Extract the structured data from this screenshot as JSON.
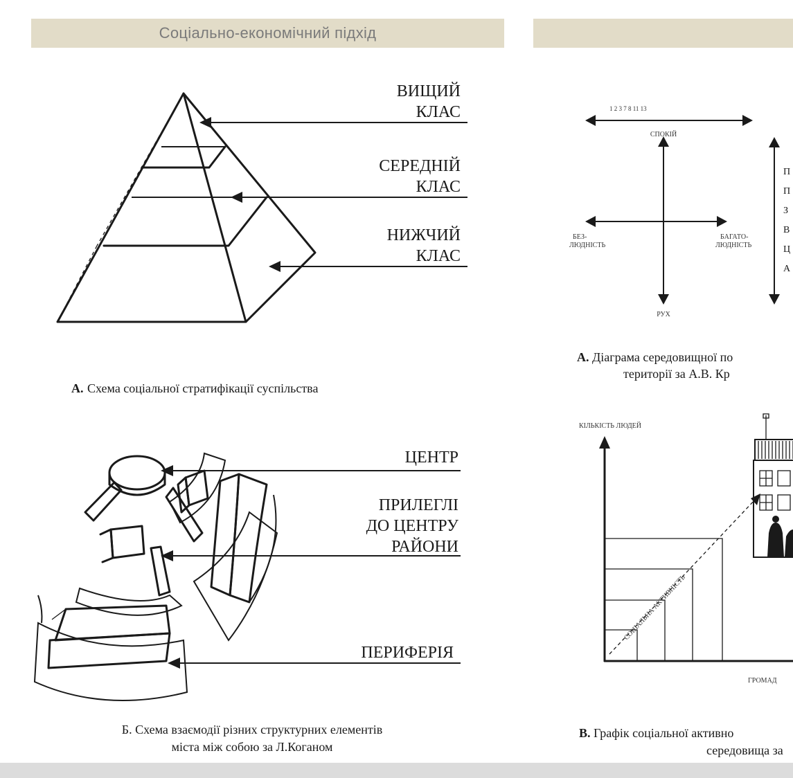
{
  "header": {
    "left_title": "Соціально-економічний підхід",
    "right_title": ""
  },
  "pyramid": {
    "labels": {
      "upper_1": "ВИЩИЙ",
      "upper_2": "КЛАС",
      "middle_1": "СЕРЕДНІЙ",
      "middle_2": "КЛАС",
      "lower_1": "НИЖЧИЙ",
      "lower_2": "КЛАС"
    },
    "caption_bold": "А.",
    "caption_text": "Схема соціальної стратифікації суспільства"
  },
  "city": {
    "labels": {
      "center": "ЦЕНТР",
      "adjacent_1": "ПРИЛЕГЛІ",
      "adjacent_2": "ДО ЦЕНТРУ",
      "adjacent_3": "РАЙОНИ",
      "periphery": "ПЕРИФЕРІЯ"
    },
    "caption_line1": "Б. Схема взаємодії різних структурних елементів",
    "caption_line2": "міста між собою за Л.Коганом"
  },
  "env_diagram": {
    "scale_text": "1 2 3 7 8 11 13",
    "top_word": "СПОКІЙ",
    "left_word_1": "БЕЗ-",
    "left_word_2": "ЛЮДНІСТЬ",
    "right_word_1": "БАГАТО-",
    "right_word_2": "ЛЮДНІСТЬ",
    "bottom_word": "РУХ",
    "side_letters": [
      "П",
      "П",
      "З",
      "В",
      "Ц",
      "А"
    ],
    "caption_bold": "А.",
    "caption_line1": "Діаграма середовищної по",
    "caption_line2": "території за А.В. Кр"
  },
  "activity_graph": {
    "y_axis_label": "КІЛЬКІСТЬ ЛЮДЕЙ",
    "diagonal_label": "СОЦІАЛЬНА АКТИВНІСТЬ",
    "x_axis_label": "ГРОМАД",
    "caption_bold": "В.",
    "caption_line1": "Графік соціальної активно",
    "caption_line2": "середовища за"
  }
}
